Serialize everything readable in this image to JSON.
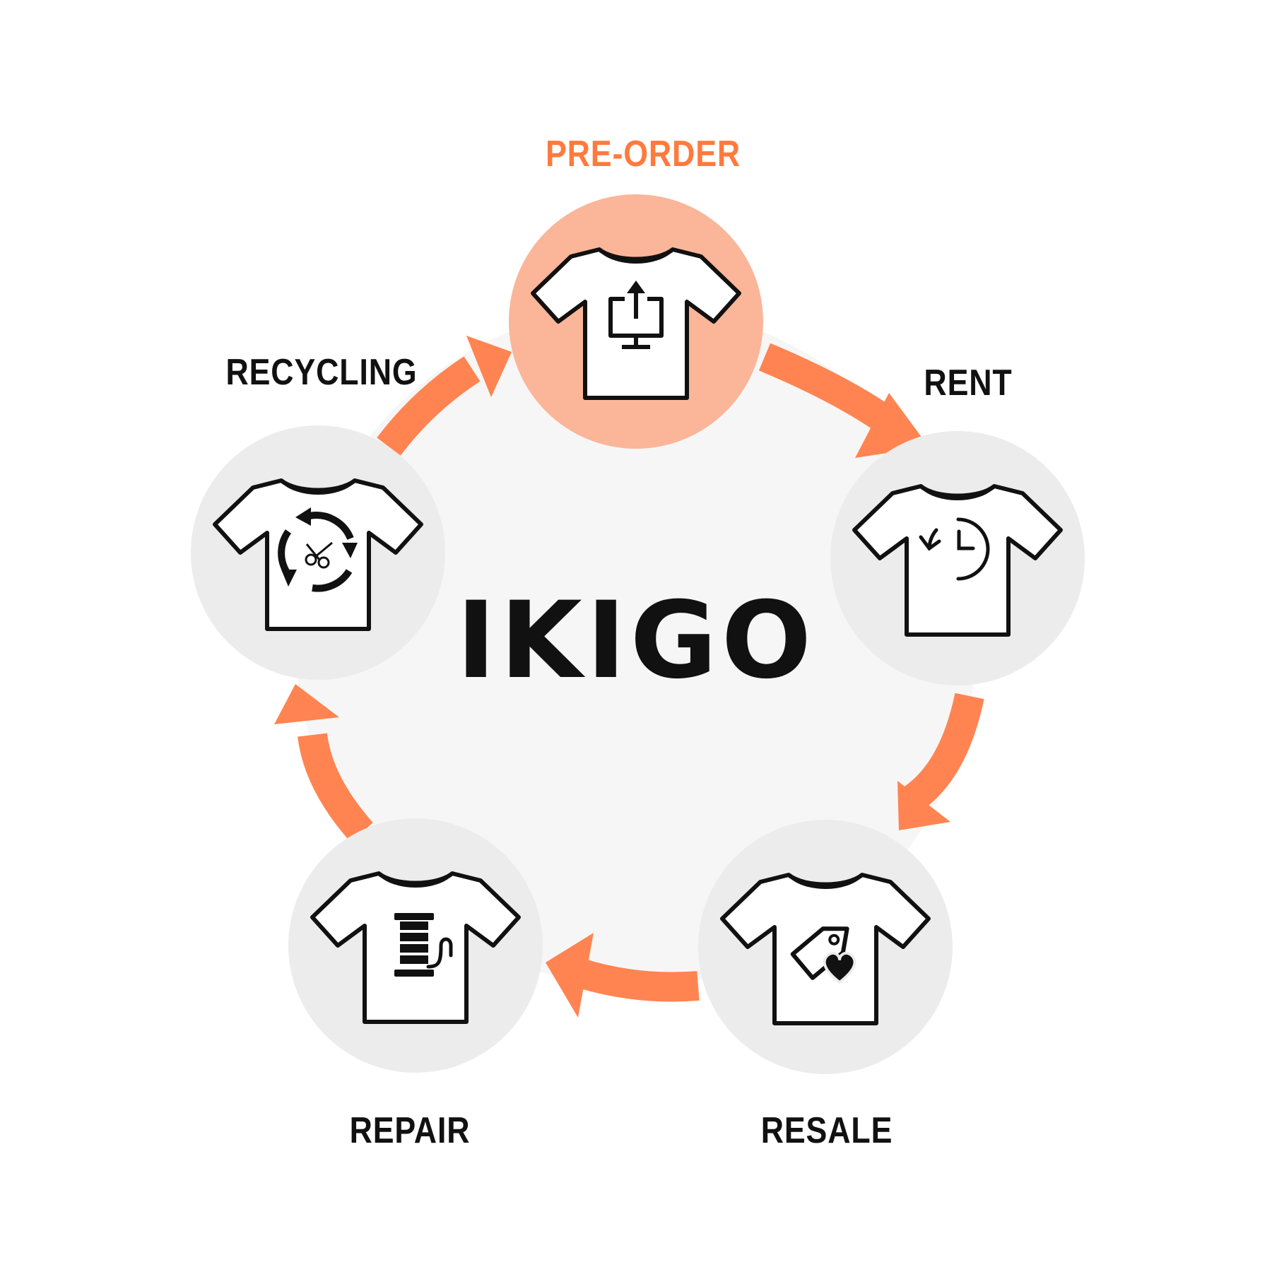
{
  "title": "IKIGO",
  "colors": {
    "accent": "#ff7a3d",
    "accent_light": "#fbb598",
    "arrow": "#ff8451",
    "node_bg": "#ececed",
    "center_bg": "#f6f6f6",
    "text": "#111111"
  },
  "stages": [
    {
      "id": "pre-order",
      "label": "PRE-ORDER",
      "icon": "upload-monitor-icon",
      "highlighted": true
    },
    {
      "id": "rent",
      "label": "RENT",
      "icon": "clock-history-icon",
      "highlighted": false
    },
    {
      "id": "resale",
      "label": "RESALE",
      "icon": "price-tag-heart-icon",
      "highlighted": false
    },
    {
      "id": "repair",
      "label": "REPAIR",
      "icon": "thread-spool-icon",
      "highlighted": false
    },
    {
      "id": "recycling",
      "label": "RECYCLING",
      "icon": "scissors-recycle-icon",
      "highlighted": false
    }
  ]
}
